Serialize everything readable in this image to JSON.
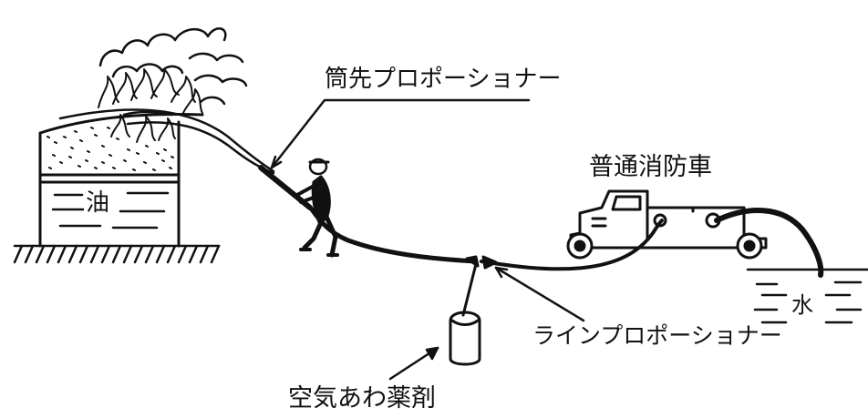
{
  "labels": {
    "nozzle_proportioner": "筒先プロポーショナー",
    "fire_engine": "普通消防車",
    "oil": "油",
    "water": "水",
    "line_proportioner": "ラインプロポーショナー",
    "foam_agent": "空気あわ薬剤"
  }
}
